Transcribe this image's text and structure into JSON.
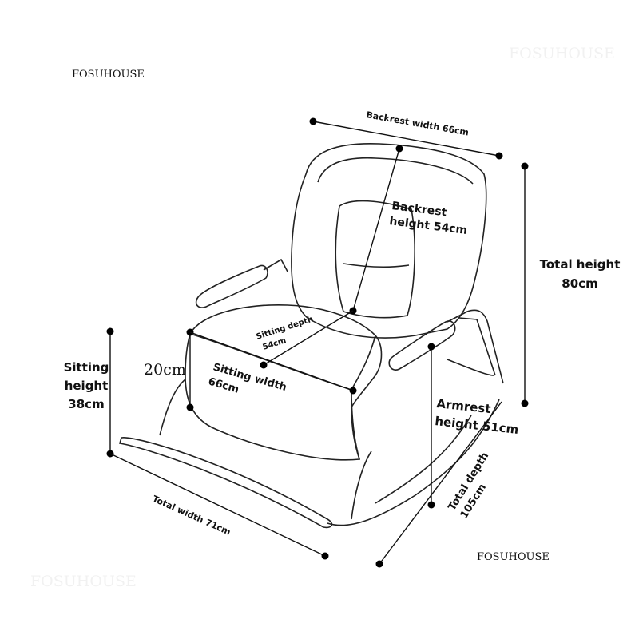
{
  "brand": {
    "top_left": "FOSUHOUSE",
    "top_right_watermark": "FOSUHOUSE",
    "bottom_right": "FOSUHOUSE",
    "bottom_left_watermark": "FOSUHOUSE"
  },
  "dimensions": {
    "backrest_width": "Backrest width 66cm",
    "backrest_height_line1": "Backrest",
    "backrest_height_line2": "height 54cm",
    "total_height_line1": "Total height",
    "total_height_line2": "80cm",
    "sitting_depth_line1": "Sitting depth",
    "sitting_depth_line2": "54cm",
    "cushion_thickness": "20cm",
    "sitting_width_line1": "Sitting width",
    "sitting_width_line2": "66cm",
    "sitting_height_line1": "Sitting",
    "sitting_height_line2": "height",
    "sitting_height_line3": "38cm",
    "armrest_height_line1": "Armrest",
    "armrest_height_line2": "height 51cm",
    "total_depth_line1": "Total depth",
    "total_depth_line2": "105cm",
    "total_width": "Total width 71cm"
  }
}
